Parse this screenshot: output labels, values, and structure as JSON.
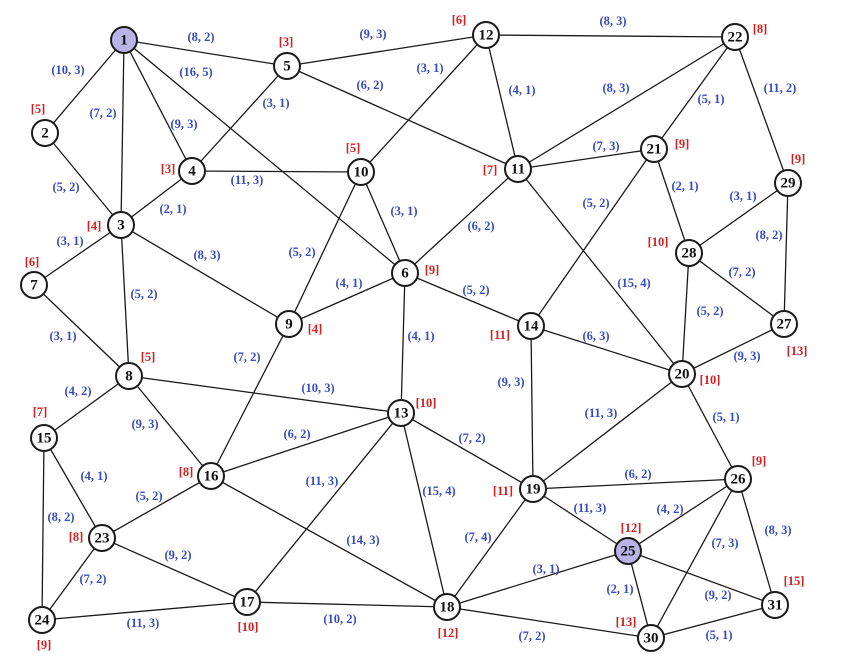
{
  "colors": {
    "edge_label": "#3a4bbf",
    "node_label": "#d42020",
    "highlight": "#b9b3e6"
  },
  "nodes": [
    {
      "id": "1",
      "highlight": true
    },
    {
      "id": "2"
    },
    {
      "id": "3"
    },
    {
      "id": "4"
    },
    {
      "id": "5"
    },
    {
      "id": "6"
    },
    {
      "id": "7"
    },
    {
      "id": "8"
    },
    {
      "id": "9"
    },
    {
      "id": "10"
    },
    {
      "id": "11"
    },
    {
      "id": "12"
    },
    {
      "id": "13"
    },
    {
      "id": "14"
    },
    {
      "id": "15"
    },
    {
      "id": "16"
    },
    {
      "id": "17"
    },
    {
      "id": "18"
    },
    {
      "id": "19"
    },
    {
      "id": "20"
    },
    {
      "id": "21"
    },
    {
      "id": "22"
    },
    {
      "id": "23"
    },
    {
      "id": "24"
    },
    {
      "id": "25",
      "highlight": true
    },
    {
      "id": "26"
    },
    {
      "id": "27"
    },
    {
      "id": "28"
    },
    {
      "id": "29"
    },
    {
      "id": "30"
    },
    {
      "id": "31"
    }
  ],
  "node_labels": {
    "2": "[5]",
    "3": "[4]",
    "4": "[3]",
    "5": "[3]",
    "6": "[9]",
    "7": "[6]",
    "8": "[5]",
    "9": "[4]",
    "10": "[5]",
    "11": "[7]",
    "12": "[6]",
    "13": "[10]",
    "14": "[11]",
    "15": "[7]",
    "16": "[8]",
    "17": "[10]",
    "18": "[12]",
    "19": "[11]",
    "20": "[10]",
    "21": "[9]",
    "22": "[8]",
    "23": "[8]",
    "24": "[9]",
    "25": "[12]",
    "26": "[9]",
    "27": "[13]",
    "28": "[10]",
    "29": "[9]",
    "30": "[13]",
    "31": "[15]"
  },
  "edges": [
    {
      "from": "1",
      "to": "2",
      "label": "(10, 3)"
    },
    {
      "from": "1",
      "to": "5",
      "label": "(8, 2)"
    },
    {
      "from": "1",
      "to": "3",
      "label": "(7, 2)"
    },
    {
      "from": "1",
      "to": "4",
      "label": "(9, 3)"
    },
    {
      "from": "1",
      "to": "6",
      "label": "(16, 5)"
    },
    {
      "from": "2",
      "to": "3",
      "label": "(5, 2)"
    },
    {
      "from": "3",
      "to": "4",
      "label": "(2, 1)"
    },
    {
      "from": "3",
      "to": "7",
      "label": "(3, 1)"
    },
    {
      "from": "3",
      "to": "8",
      "label": "(5, 2)"
    },
    {
      "from": "3",
      "to": "9",
      "label": "(8, 3)"
    },
    {
      "from": "4",
      "to": "5",
      "label": "(3, 1)"
    },
    {
      "from": "4",
      "to": "10",
      "label": "(11, 3)"
    },
    {
      "from": "5",
      "to": "12",
      "label": "(9, 3)"
    },
    {
      "from": "5",
      "to": "11",
      "label": "(6, 2)"
    },
    {
      "from": "7",
      "to": "8",
      "label": "(3, 1)"
    },
    {
      "from": "8",
      "to": "15",
      "label": "(4, 2)"
    },
    {
      "from": "8",
      "to": "16",
      "label": "(9, 3)"
    },
    {
      "from": "8",
      "to": "13",
      "label": "(10, 3)"
    },
    {
      "from": "9",
      "to": "10",
      "label": "(5, 2)"
    },
    {
      "from": "9",
      "to": "6",
      "label": "(4, 1)"
    },
    {
      "from": "9",
      "to": "16",
      "label": "(7, 2)"
    },
    {
      "from": "10",
      "to": "12",
      "label": "(3, 1)"
    },
    {
      "from": "10",
      "to": "6",
      "label": "(3, 1)"
    },
    {
      "from": "6",
      "to": "11",
      "label": "(6, 2)"
    },
    {
      "from": "6",
      "to": "14",
      "label": "(5, 2)"
    },
    {
      "from": "6",
      "to": "13",
      "label": "(4, 1)"
    },
    {
      "from": "12",
      "to": "22",
      "label": "(8, 3)"
    },
    {
      "from": "12",
      "to": "11",
      "label": "(4, 1)"
    },
    {
      "from": "11",
      "to": "22",
      "label": "(8, 3)"
    },
    {
      "from": "11",
      "to": "21",
      "label": "(7, 3)"
    },
    {
      "from": "11",
      "to": "20",
      "label": "(15, 4)"
    },
    {
      "from": "22",
      "to": "21",
      "label": "(5, 1)"
    },
    {
      "from": "22",
      "to": "29",
      "label": "(11, 2)"
    },
    {
      "from": "21",
      "to": "14",
      "label": "(5, 2)"
    },
    {
      "from": "21",
      "to": "28",
      "label": "(2, 1)"
    },
    {
      "from": "29",
      "to": "28",
      "label": "(3, 1)"
    },
    {
      "from": "29",
      "to": "27",
      "label": "(8, 2)"
    },
    {
      "from": "28",
      "to": "27",
      "label": "(7, 2)"
    },
    {
      "from": "28",
      "to": "20",
      "label": "(5, 2)"
    },
    {
      "from": "27",
      "to": "20",
      "label": "(9, 3)"
    },
    {
      "from": "14",
      "to": "20",
      "label": "(6, 3)"
    },
    {
      "from": "14",
      "to": "19",
      "label": "(9, 3)"
    },
    {
      "from": "20",
      "to": "19",
      "label": "(11, 3)"
    },
    {
      "from": "20",
      "to": "26",
      "label": "(5, 1)"
    },
    {
      "from": "13",
      "to": "16",
      "label": "(6, 2)"
    },
    {
      "from": "13",
      "to": "19",
      "label": "(7, 2)"
    },
    {
      "from": "13",
      "to": "17",
      "label": "(11, 3)"
    },
    {
      "from": "13",
      "to": "18",
      "label": "(15, 4)"
    },
    {
      "from": "15",
      "to": "23",
      "label": "(4, 1)"
    },
    {
      "from": "15",
      "to": "24",
      "label": "(8, 2)"
    },
    {
      "from": "16",
      "to": "23",
      "label": "(5, 2)"
    },
    {
      "from": "16",
      "to": "18",
      "label": "(14, 3)"
    },
    {
      "from": "23",
      "to": "24",
      "label": "(7, 2)"
    },
    {
      "from": "23",
      "to": "17",
      "label": "(9, 2)"
    },
    {
      "from": "24",
      "to": "17",
      "label": "(11, 3)"
    },
    {
      "from": "17",
      "to": "18",
      "label": "(10, 2)"
    },
    {
      "from": "19",
      "to": "26",
      "label": "(6, 2)"
    },
    {
      "from": "19",
      "to": "25",
      "label": "(11, 3)"
    },
    {
      "from": "19",
      "to": "18",
      "label": "(7, 4)"
    },
    {
      "from": "18",
      "to": "25",
      "label": "(3, 1)"
    },
    {
      "from": "18",
      "to": "30",
      "label": "(7, 2)"
    },
    {
      "from": "26",
      "to": "25",
      "label": "(4, 2)"
    },
    {
      "from": "26",
      "to": "30",
      "label": "(7, 3)"
    },
    {
      "from": "26",
      "to": "31",
      "label": "(8, 3)"
    },
    {
      "from": "25",
      "to": "30",
      "label": "(2, 1)"
    },
    {
      "from": "25",
      "to": "31",
      "label": "(9, 2)"
    },
    {
      "from": "30",
      "to": "31",
      "label": "(5, 1)"
    }
  ]
}
